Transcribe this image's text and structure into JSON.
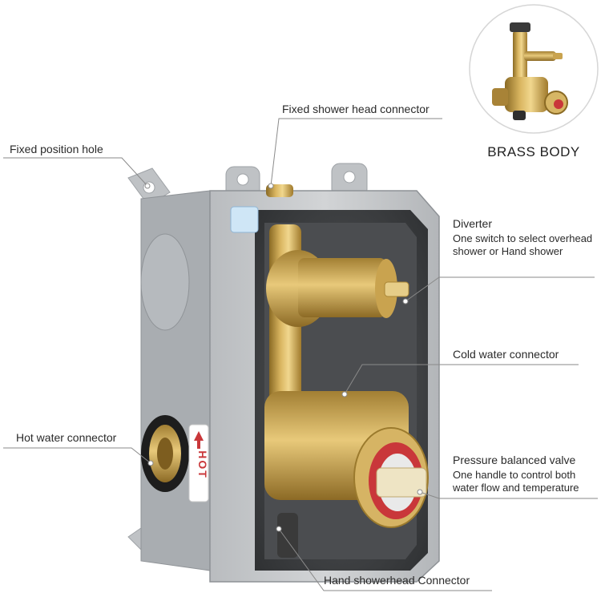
{
  "inset": {
    "caption": "BRASS BODY"
  },
  "body_text": {
    "hot": "HOT"
  },
  "callouts": {
    "fixed_shower_head": {
      "label": "Fixed shower head connector"
    },
    "fixed_position_hole": {
      "label": "Fixed position hole"
    },
    "diverter": {
      "label": "Diverter",
      "description": "One switch to select overhead shower or Hand shower"
    },
    "cold_water": {
      "label": "Cold water connector"
    },
    "hot_water": {
      "label": "Hot water connector"
    },
    "pressure_valve": {
      "label": "Pressure balanced valve",
      "description": "One handle to control both water flow and temperature"
    },
    "hand_showerhead": {
      "label": "Hand showerhead Connector"
    }
  }
}
